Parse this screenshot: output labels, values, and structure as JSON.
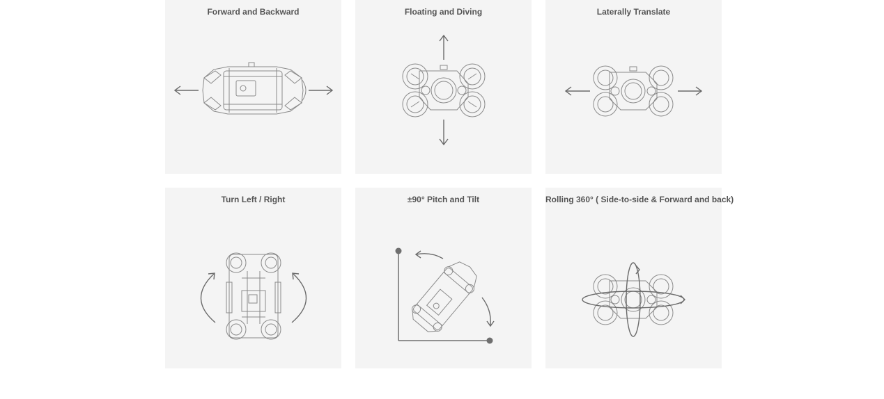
{
  "cards": [
    {
      "title": "Forward and Backward",
      "illustration": "rov-top-view-forward-backward"
    },
    {
      "title": "Floating and Diving",
      "illustration": "rov-front-view-up-down"
    },
    {
      "title": "Laterally Translate",
      "illustration": "rov-front-view-left-right"
    },
    {
      "title": "Turn Left / Right",
      "illustration": "rov-top-view-rotate"
    },
    {
      "title": "±90° Pitch and Tilt",
      "illustration": "rov-pitch-tilt"
    },
    {
      "title": "Rolling 360° ( Side-to-side & Forward and back)",
      "illustration": "rov-rolling-360"
    }
  ],
  "colors": {
    "card_background": "#f4f4f4",
    "title_text": "#555555",
    "line_art": "#8a8a8a",
    "arrows": "#6a6a6a"
  }
}
